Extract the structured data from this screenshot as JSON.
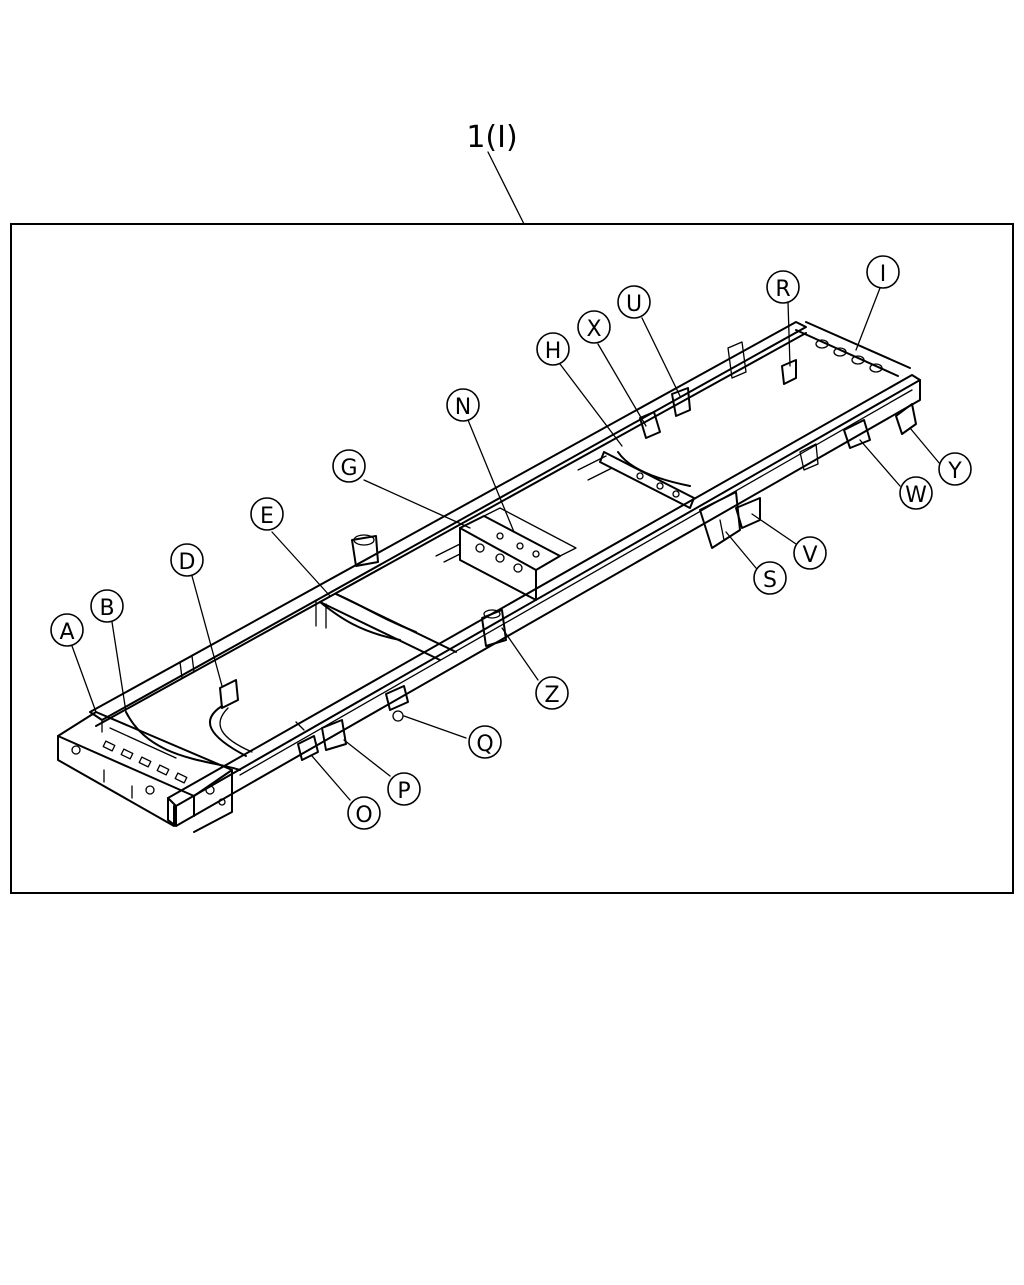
{
  "diagram": {
    "title": "1(I)",
    "callouts": [
      "A",
      "B",
      "D",
      "E",
      "G",
      "N",
      "H",
      "X",
      "U",
      "R",
      "I",
      "Y",
      "W",
      "V",
      "S",
      "Z",
      "Q",
      "P",
      "O"
    ],
    "colors": {
      "line": "#000000",
      "background": "#ffffff"
    }
  }
}
